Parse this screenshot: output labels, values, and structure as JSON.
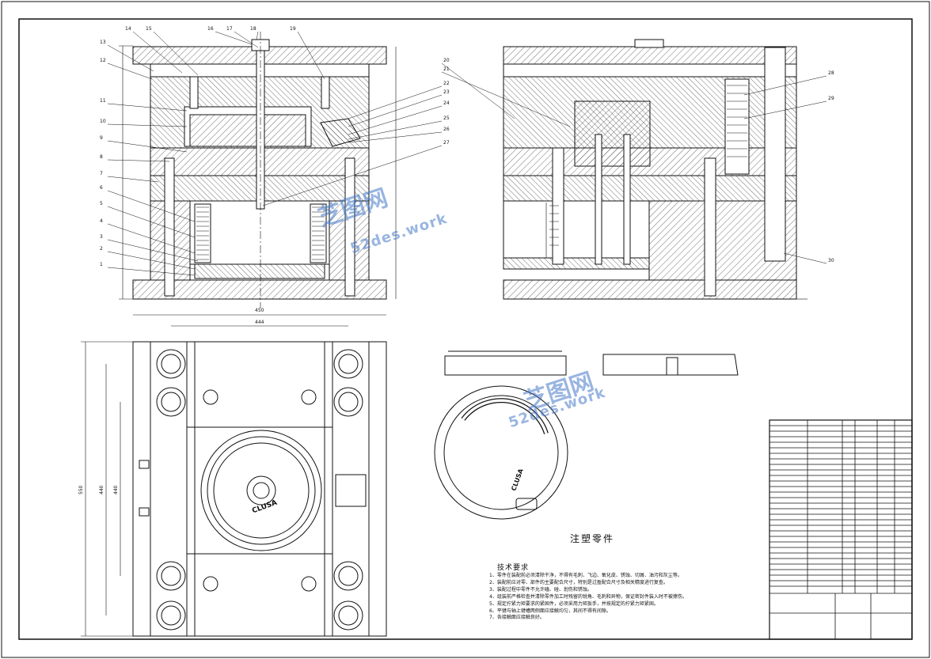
{
  "drawing": {
    "part_title": "注塑零件",
    "tech_requirements": {
      "title": "技术要求",
      "items": [
        "1、零件在装配前必须清除干净，不得有毛刺、飞边、氧化皮、锈蚀、切屑、油污和灰尘等。",
        "2、装配前应对零、部件的主要配合尺寸，特别是过盈配合尺寸及相关精度进行复查。",
        "3、装配过程中零件不允许磕、碰、划伤和锈蚀。",
        "4、组装前严格检查并清除零件加工时残留的锐角、毛刺和异物，保证密封件装入时不被擦伤。",
        "5、规定拧紧力矩要求的紧固件，必须采用力矩扳手，并按规定的拧紧力矩紧固。",
        "6、平键与轴上键槽两侧面应接触均匀，其间不得有间隙。",
        "7、各接触面应接触良好。"
      ]
    },
    "part_logo": "CLUSA",
    "dimensions": [
      "450",
      "444",
      "550",
      "440",
      "440"
    ],
    "balloons": [
      "1",
      "2",
      "3",
      "4",
      "5",
      "6",
      "7",
      "8",
      "9",
      "10",
      "11",
      "12",
      "13",
      "14",
      "15",
      "16",
      "17",
      "18",
      "19",
      "20",
      "21",
      "22",
      "23",
      "24",
      "25",
      "26",
      "27",
      "28",
      "29",
      "30"
    ],
    "watermark": {
      "brand": "芝图网",
      "site": "52des.work"
    }
  },
  "colors": {
    "line": "#111111",
    "hatch": "#333333",
    "watermark": "#5a8fd6"
  }
}
